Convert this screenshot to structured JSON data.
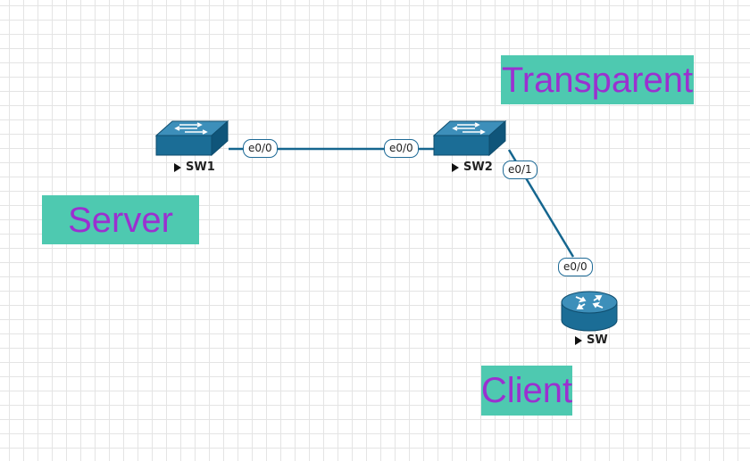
{
  "colors": {
    "link": "#15668f",
    "device_blue": "#1b6d96",
    "label_bg": "#4ec9b0",
    "label_text": "#9b30d0"
  },
  "modes": {
    "server": "Server",
    "transparent": "Transparent",
    "client": "Client"
  },
  "nodes": {
    "sw1": {
      "name": "SW1",
      "icon": "switch-icon"
    },
    "sw2": {
      "name": "SW2",
      "icon": "switch-icon"
    },
    "sw": {
      "name": "SW",
      "icon": "router-icon"
    }
  },
  "links": [
    {
      "a": "sw1",
      "a_port": "e0/0",
      "b": "sw2",
      "b_port": "e0/0"
    },
    {
      "a": "sw2",
      "a_port": "e0/1",
      "b": "sw",
      "b_port": "e0/0"
    }
  ]
}
